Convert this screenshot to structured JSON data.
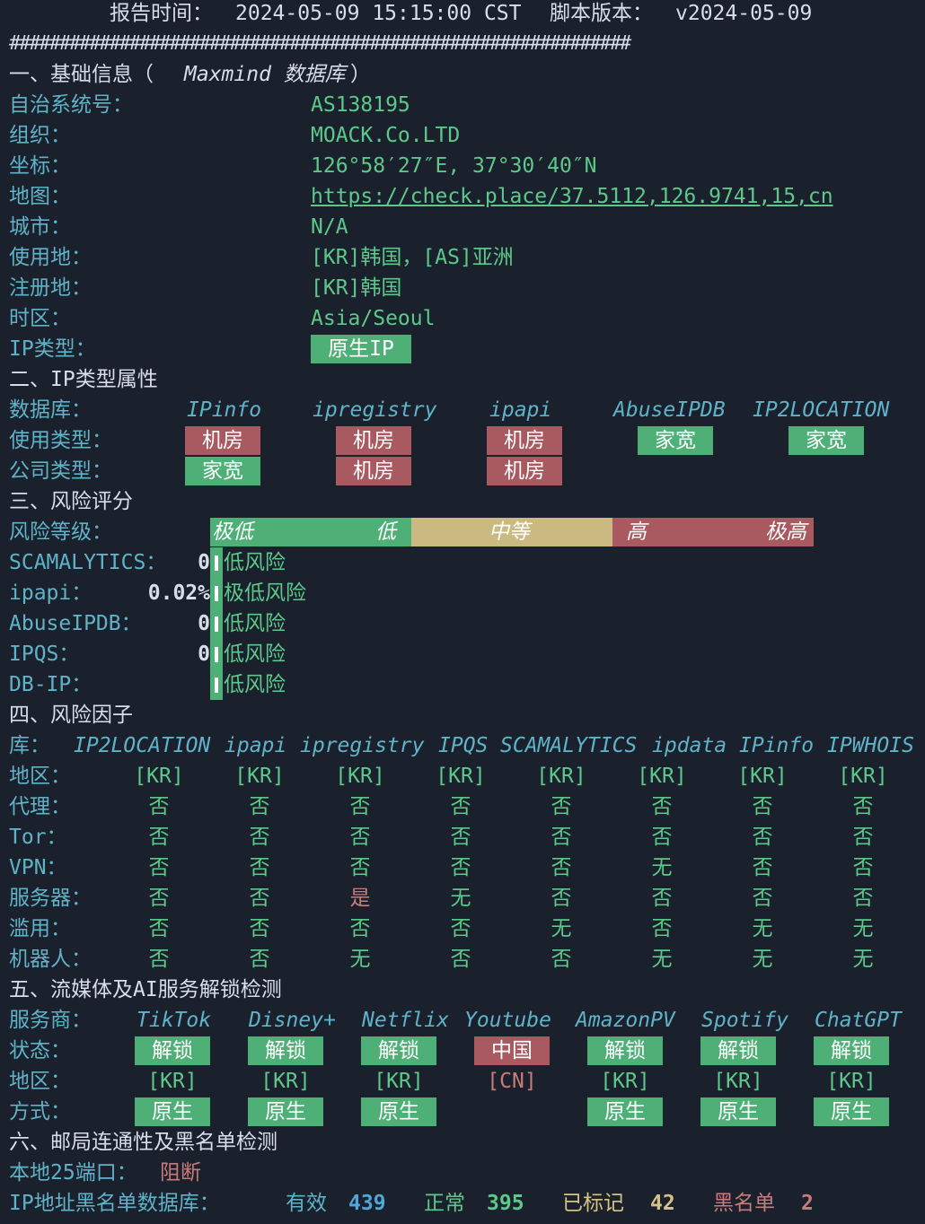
{
  "header": {
    "report_time_label": "报告时间：",
    "report_time": "2024-05-09 15:15:00 CST",
    "script_version_label": "脚本版本：",
    "script_version": "v2024-05-09",
    "separator": "##############################################################"
  },
  "basic": {
    "title_prefix": "一、基础信息（",
    "title_source": "Maxmind 数据库",
    "title_suffix": "）",
    "rows": [
      {
        "label": "自治系统号：",
        "value": "AS138195"
      },
      {
        "label": "组织：",
        "value": "MOACK.Co.LTD"
      },
      {
        "label": "坐标：",
        "value": "126°58′27″E, 37°30′40″N"
      },
      {
        "label": "地图：",
        "value": "https://check.place/37.5112,126.9741,15,cn"
      },
      {
        "label": "城市：",
        "value": "N/A"
      },
      {
        "label": "使用地：",
        "value": "[KR]韩国，[AS]亚洲"
      },
      {
        "label": "注册地：",
        "value": "[KR]韩国"
      },
      {
        "label": "时区：",
        "value": "Asia/Seoul"
      },
      {
        "label": "IP类型：",
        "value": "原生IP"
      }
    ]
  },
  "iptype": {
    "title": "二、IP类型属性",
    "db_label": "数据库：",
    "dbs": [
      "IPinfo",
      "ipregistry",
      "ipapi",
      "AbuseIPDB",
      "IP2LOCATION"
    ],
    "usage_label": "使用类型：",
    "usage": [
      "机房",
      "机房",
      "机房",
      "家宽",
      "家宽"
    ],
    "company_label": "公司类型：",
    "company": [
      "家宽",
      "机房",
      "机房"
    ]
  },
  "risk": {
    "title": "三、风险评分",
    "level_label": "风险等级：",
    "scale": {
      "very_low": "极低",
      "low": "低",
      "medium": "中等",
      "high": "高",
      "very_high": "极高"
    },
    "rows": [
      {
        "name": "SCAMALYTICS：",
        "score": "0",
        "level": "低风险"
      },
      {
        "name": "ipapi：",
        "score": "0.02%",
        "level": "极低风险"
      },
      {
        "name": "AbuseIPDB：",
        "score": "0",
        "level": "低风险"
      },
      {
        "name": "IPQS：",
        "score": "0",
        "level": "低风险"
      },
      {
        "name": "DB-IP：",
        "score": "",
        "level": "低风险"
      }
    ]
  },
  "factors": {
    "title": "四、风险因子",
    "lib_label": "库：",
    "libs": [
      "IP2LOCATION",
      "ipapi",
      "ipregistry",
      "IPQS",
      "SCAMALYTICS",
      "ipdata",
      "IPinfo",
      "IPWHOIS"
    ],
    "rows": [
      {
        "label": "地区：",
        "values": [
          "[KR]",
          "[KR]",
          "[KR]",
          "[KR]",
          "[KR]",
          "[KR]",
          "[KR]",
          "[KR]"
        ]
      },
      {
        "label": "代理：",
        "values": [
          "否",
          "否",
          "否",
          "否",
          "否",
          "否",
          "否",
          "否"
        ]
      },
      {
        "label": "Tor：",
        "values": [
          "否",
          "否",
          "否",
          "否",
          "否",
          "否",
          "否",
          "否"
        ]
      },
      {
        "label": "VPN：",
        "values": [
          "否",
          "否",
          "否",
          "否",
          "否",
          "无",
          "否",
          "否"
        ]
      },
      {
        "label": "服务器：",
        "values": [
          "否",
          "否",
          "是",
          "无",
          "否",
          "否",
          "否",
          "否"
        ]
      },
      {
        "label": "滥用：",
        "values": [
          "否",
          "否",
          "否",
          "否",
          "无",
          "否",
          "无",
          "无"
        ]
      },
      {
        "label": "机器人：",
        "values": [
          "否",
          "否",
          "无",
          "否",
          "否",
          "无",
          "无",
          "无"
        ]
      }
    ]
  },
  "streaming": {
    "title": "五、流媒体及AI服务解锁检测",
    "service_label": "服务商：",
    "services": [
      "TikTok",
      "Disney+",
      "Netflix",
      "Youtube",
      "AmazonPV",
      "Spotify",
      "ChatGPT"
    ],
    "status_label": "状态：",
    "status": [
      "解锁",
      "解锁",
      "解锁",
      "中国",
      "解锁",
      "解锁",
      "解锁"
    ],
    "region_label": "地区：",
    "region": [
      "[KR]",
      "[KR]",
      "[KR]",
      "[CN]",
      "[KR]",
      "[KR]",
      "[KR]"
    ],
    "method_label": "方式：",
    "method": [
      "原生",
      "原生",
      "原生",
      "",
      "原生",
      "原生",
      "原生"
    ]
  },
  "mail": {
    "title": "六、邮局连通性及黑名单检测",
    "port25_label": "本地25端口：",
    "port25_value": "阻断",
    "blacklist_label": "IP地址黑名单数据库：",
    "valid_label": "有效",
    "valid_count": "439",
    "normal_label": "正常",
    "normal_count": "395",
    "marked_label": "已标记",
    "marked_count": "42",
    "black_label": "黑名单",
    "black_count": "2"
  },
  "colors": {
    "background": "#1b212c",
    "cyan": "#5fb3c8",
    "green": "#5cc98a",
    "red": "#c97a7a",
    "yellow": "#d5c386",
    "blue": "#4fa8d8",
    "badge_green": "#4fb077",
    "badge_red": "#a85a60",
    "badge_yellow": "#cbb982"
  }
}
